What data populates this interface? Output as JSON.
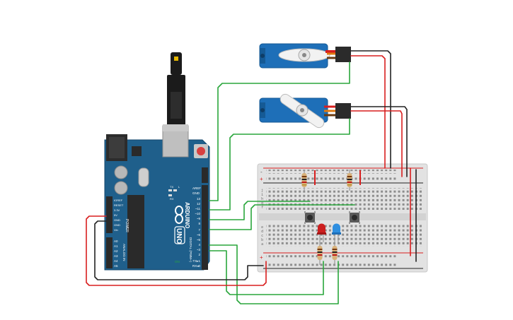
{
  "arduino": {
    "brand": "ARDUINO",
    "model": "UNO",
    "on_label": "ON",
    "tx_label": "TX",
    "rx_label": "RX",
    "l_label": "L",
    "digital_label": "DIGITAL (PWM~)",
    "power_label": "POWER",
    "analog_label": "ANALOG IN",
    "top_labels": [
      "AREF",
      "GND"
    ],
    "digital_pins": [
      "13",
      "12",
      "~11",
      "~10",
      "~9",
      "8",
      "7",
      "~6",
      "~5",
      "4",
      "~3",
      "2",
      "TX▸1",
      "RX◂0"
    ],
    "power_pins": [
      "IOREF",
      "RESET",
      "3.3V",
      "5V",
      "GND",
      "GND",
      "Vin"
    ],
    "analog_pins": [
      "A0",
      "A1",
      "A2",
      "A3",
      "A4",
      "A5"
    ]
  },
  "breadboard": {
    "row_letters_top": [
      "j",
      "i",
      "h",
      "g",
      "f"
    ],
    "row_letters_bottom": [
      "e",
      "d",
      "c",
      "b",
      "a"
    ],
    "rail_plus": "+",
    "rail_minus": "-"
  },
  "colors": {
    "arduino_board": "#1f5f8b",
    "breadboard": "#e4e4e4",
    "servo_body": "#1e6fb8",
    "wire_green": "#2aa63c",
    "wire_red": "#d81e1e",
    "wire_black": "#222222",
    "led_red": "#cc1f1f",
    "led_blue": "#2f8fe0"
  },
  "icons": [
    "usb-cable-icon",
    "servo-motor-icon",
    "pushbutton-icon",
    "resistor-icon",
    "led-icon",
    "arduino-infinity-logo-icon"
  ]
}
